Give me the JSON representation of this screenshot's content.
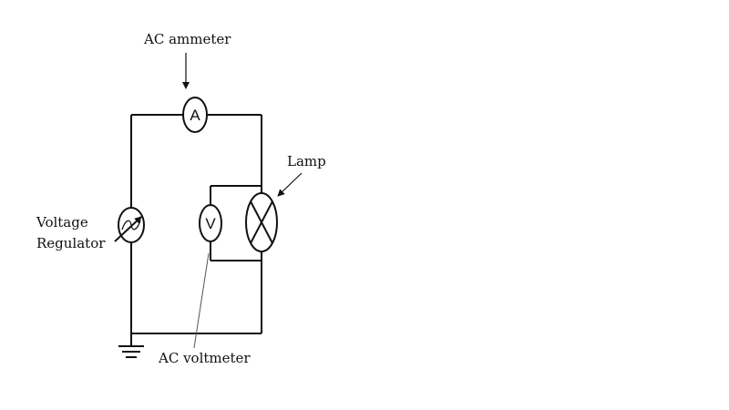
{
  "labels": {
    "ammeter": "AC ammeter",
    "lamp": "Lamp",
    "regulator_line1": "Voltage",
    "regulator_line2": "Regulator",
    "voltmeter": "AC voltmeter"
  },
  "symbols": {
    "ammeter": "A",
    "voltmeter": "V"
  },
  "colors": {
    "line": "#111111",
    "pointer": "#555555",
    "background": "#ffffff"
  }
}
